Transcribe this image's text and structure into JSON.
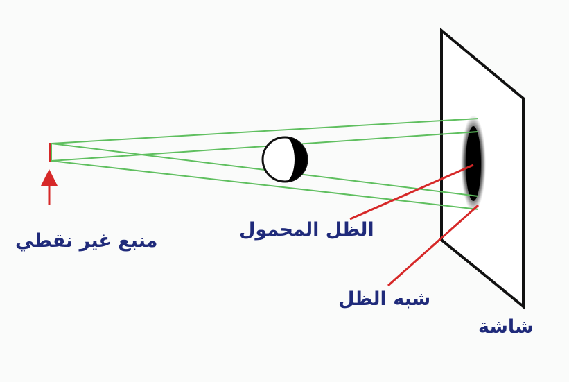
{
  "labels": {
    "source": "منبع غير نقطي",
    "umbra": "الظل المحمول",
    "penumbra": "شبه الظل",
    "screen": "شاشة"
  },
  "colors": {
    "rays": "#5fbf5f",
    "arrows": "#d62828",
    "label_text": "#1f2a7a",
    "outline": "#111111",
    "shadow": "#000000"
  }
}
